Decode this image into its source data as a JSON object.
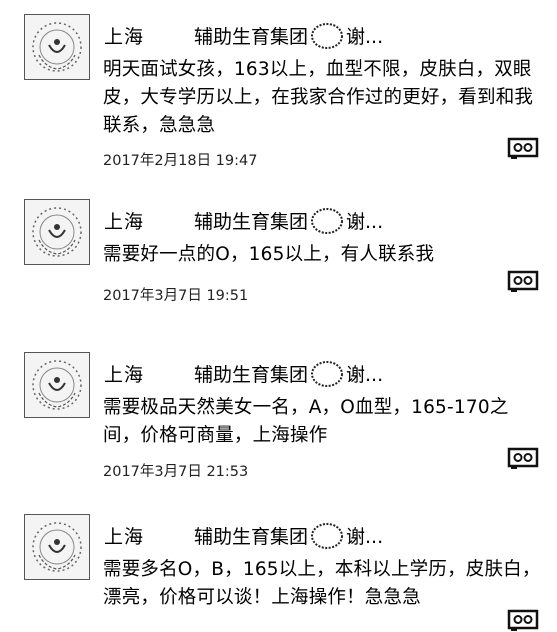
{
  "posts": [
    {
      "name": "上海",
      "group_prefix": "辅助生育集团",
      "group_suffix": "谢...",
      "message": "明天面试女孩，163以上，血型不限，皮肤白，双眼皮，大专学历以上，在我家合作过的更好，看到和我联系，急急急",
      "time": "2017年2月18日 19:47"
    },
    {
      "name": "上海",
      "group_prefix": "辅助生育集团",
      "group_suffix": "谢...",
      "message": "需要好一点的O，165以上，有人联系我",
      "time": "2017年3月7日 19:51"
    },
    {
      "name": "上海",
      "group_prefix": "辅助生育集团",
      "group_suffix": "谢...",
      "message": "需要极品天然美女一名，A，O血型，165-170之间，价格可商量，上海操作",
      "time": "2017年3月7日 21:53"
    },
    {
      "name": "上海",
      "group_prefix": "辅助生育集团",
      "group_suffix": "谢...",
      "message": "需要多名O，B，165以上，本科以上学历，皮肤白，漂亮，价格可以谈！上海操作！急急急",
      "time": ""
    }
  ],
  "icons": {
    "avatar": "emblem-avatar-icon",
    "comment": "comment-icon",
    "redaction": "redaction-blot"
  },
  "colors": {
    "text": "#000000",
    "background": "#ffffff"
  }
}
